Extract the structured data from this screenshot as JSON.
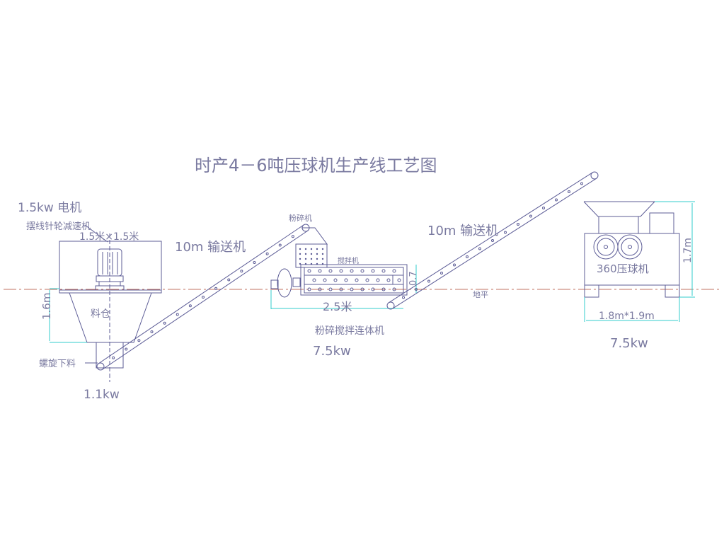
{
  "title": "时产4－6吨压球机生产线工艺图",
  "colors": {
    "line": "#5c5c96",
    "dimension": "#33cccc",
    "ground": "#c07060",
    "text": "#7a7aa0"
  },
  "hopper_section": {
    "motor_label": "1.5kw 电机",
    "reducer_label": "摆线针轮减速机",
    "size_label": "1.5米×1.5米",
    "bin_label": "料仓",
    "height_label": "1.6m",
    "screw_label": "螺旋下料",
    "screw_power": "1.1kw"
  },
  "conveyor_1": {
    "label": "10m 输送机"
  },
  "crusher_mixer": {
    "crusher_label": "粉碎机",
    "mixer_label": "搅拌机",
    "height_label": "0.7",
    "length_label": "2.5米",
    "name": "粉碎搅拌连体机",
    "power": "7.5kw"
  },
  "ground_label": "地平",
  "conveyor_2": {
    "label": "10m 输送机"
  },
  "briquette_machine": {
    "name": "360压球机",
    "height_label": "1.7m",
    "size_label": "1.8m*1.9m",
    "power": "7.5kw"
  }
}
